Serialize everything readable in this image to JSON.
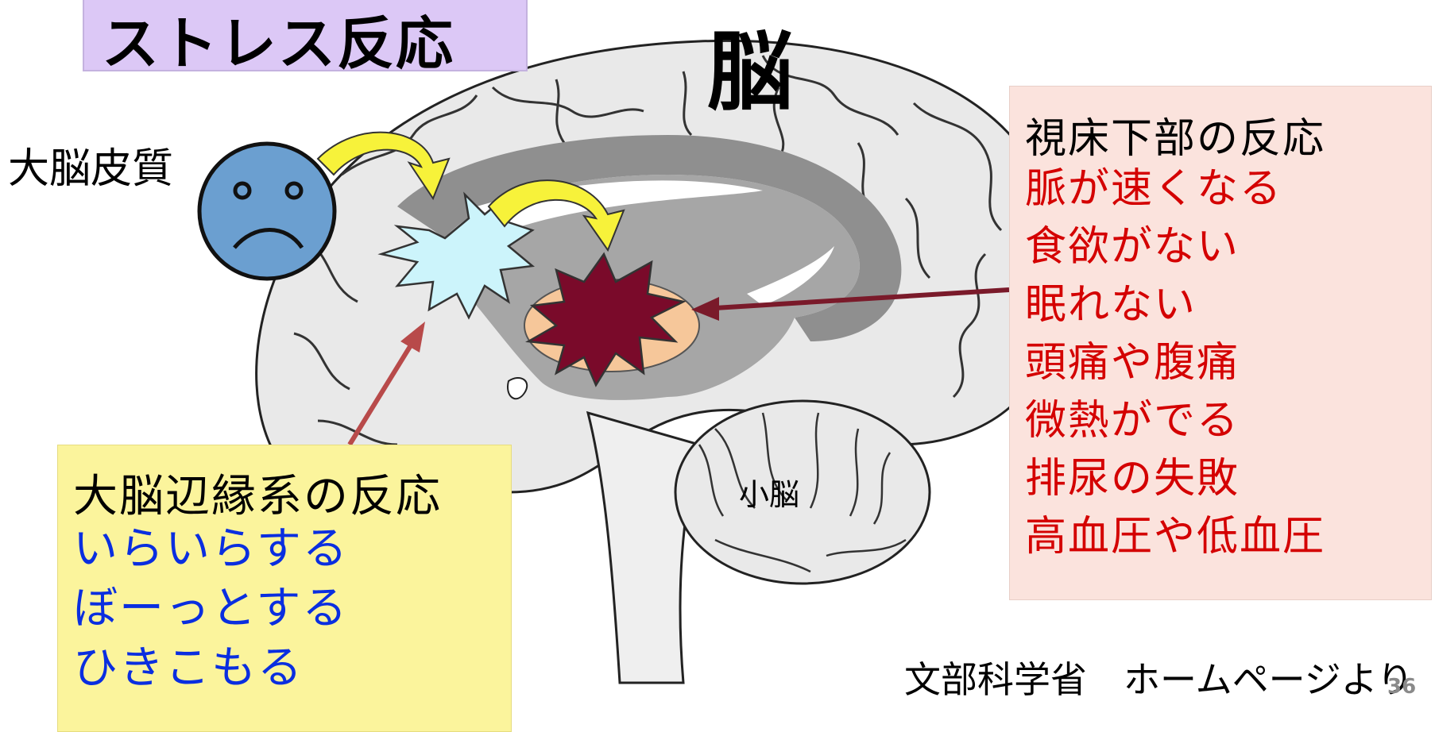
{
  "title": "ストレス反応",
  "brain_label": "脳",
  "cortex_label": "大脳皮質",
  "hypothalamus": {
    "title": "視床下部の反応",
    "items": [
      "脈が速くなる",
      "食欲がない",
      "眠れない",
      "頭痛や腹痛",
      "微熱がでる",
      "排尿の失敗",
      "高血圧や低血圧"
    ]
  },
  "limbic": {
    "title": "大脳辺縁系の反応",
    "items": [
      "いらいらする",
      "ぼーっとする",
      "ひきこもる"
    ]
  },
  "cerebellum_label": "小脳",
  "source": "文部科学省　ホームページより",
  "page_number": "36",
  "colors": {
    "title_bg": "#dcc8f6",
    "hypothalamus_bg": "#fbe3dd",
    "limbic_bg": "#fbf49c",
    "hypothalamus_text": "#d40000",
    "limbic_text": "#0a2ee0",
    "face": "#6b9fd0",
    "limbic_burst": "#ccf4fb",
    "hypothalamus_burst": "#7a0a2a",
    "curved_arrows": "#f7f23a"
  },
  "icons": [
    "sad-face-icon",
    "curved-arrow-icon",
    "starburst-icon"
  ]
}
